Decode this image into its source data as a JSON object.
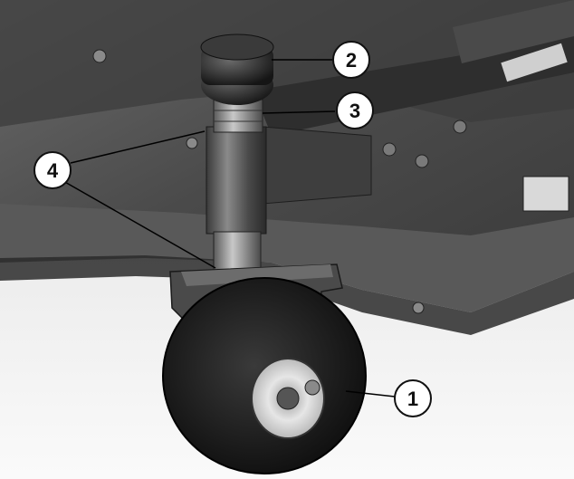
{
  "callouts": [
    {
      "id": "1",
      "label": "1"
    },
    {
      "id": "2",
      "label": "2"
    },
    {
      "id": "3",
      "label": "3"
    },
    {
      "id": "4",
      "label": "4"
    }
  ],
  "colors": {
    "deck_dark": "#2e2e2e",
    "deck_mid": "#5a5a5a",
    "floor": "#f2f2f2",
    "tire": "#1a1a1a",
    "rim": "#d8d8d8",
    "callout_fill": "#ffffff",
    "callout_stroke": "#111111"
  }
}
